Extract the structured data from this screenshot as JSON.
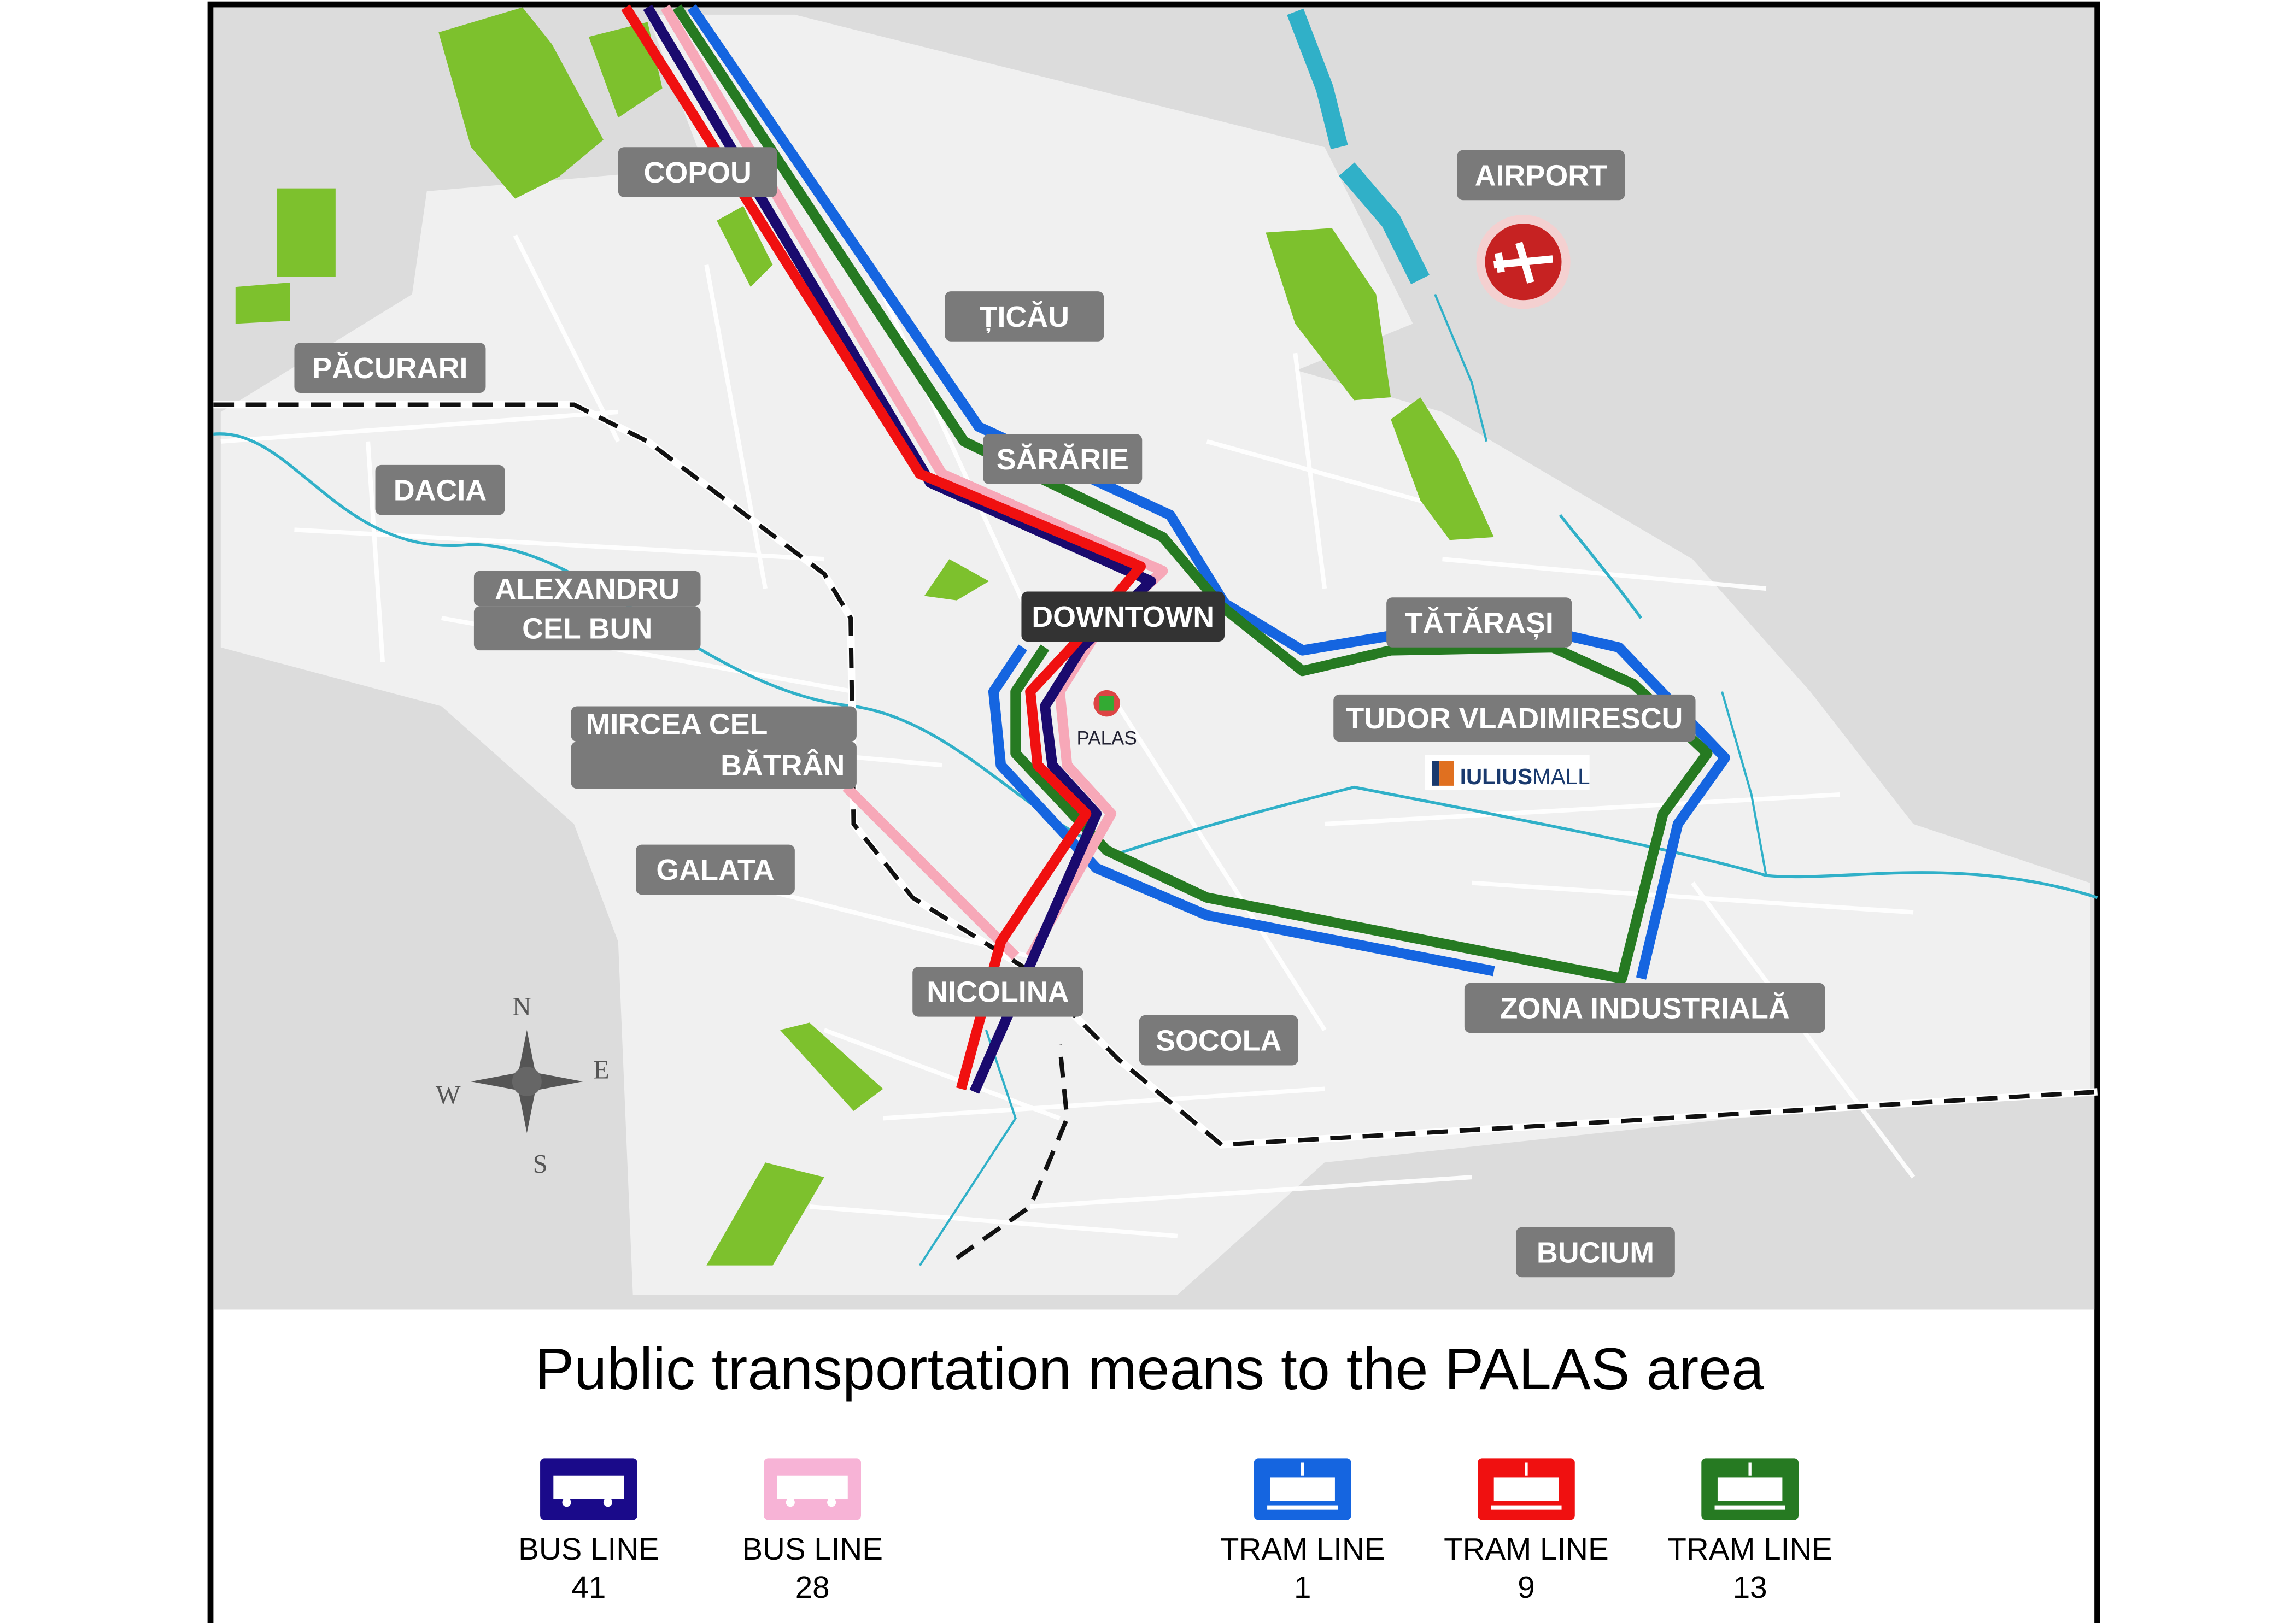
{
  "title": "Public transportation means to the PALAS area",
  "districts": [
    {
      "id": "copou",
      "label": "COPOU"
    },
    {
      "id": "airport",
      "label": "AIRPORT"
    },
    {
      "id": "ticau",
      "label": "ȚICĂU"
    },
    {
      "id": "pacurari",
      "label": "PĂCURARI"
    },
    {
      "id": "sararie",
      "label": "SĂRĂRIE"
    },
    {
      "id": "dacia",
      "label": "DACIA"
    },
    {
      "id": "alexandru1",
      "label": "ALEXANDRU"
    },
    {
      "id": "alexandru2",
      "label": "CEL BUN"
    },
    {
      "id": "downtown",
      "label": "DOWNTOWN"
    },
    {
      "id": "tatarasi",
      "label": "TĂTĂRAȘI"
    },
    {
      "id": "tudor",
      "label": "TUDOR VLADIMIRESCU"
    },
    {
      "id": "mircea1",
      "label": "MIRCEA CEL"
    },
    {
      "id": "mircea2",
      "label": "BĂTRÂN"
    },
    {
      "id": "galata",
      "label": "GALATA"
    },
    {
      "id": "nicolina",
      "label": "NICOLINA"
    },
    {
      "id": "socola",
      "label": "SOCOLA"
    },
    {
      "id": "zona",
      "label": "ZONA INDUSTRIALĂ"
    },
    {
      "id": "bucium",
      "label": "BUCIUM"
    }
  ],
  "landmarks": {
    "palas": "PALAS",
    "iulius_a": "IULIUS",
    "iulius_b": "MALL"
  },
  "compass": {
    "n": "N",
    "s": "S",
    "e": "E",
    "w": "W"
  },
  "legend": [
    {
      "type": "bus",
      "line1": "BUS LINE",
      "line2": "41",
      "color": "#1a0a8a"
    },
    {
      "type": "bus",
      "line1": "BUS LINE",
      "line2": "28",
      "color": "#f7b3d6"
    },
    {
      "type": "tram",
      "line1": "TRAM LINE",
      "line2": "1",
      "color": "#1565e0"
    },
    {
      "type": "tram",
      "line1": "TRAM LINE",
      "line2": "9",
      "color": "#f01010"
    },
    {
      "type": "tram",
      "line1": "TRAM LINE",
      "line2": "13",
      "color": "#267a22"
    }
  ],
  "colors": {
    "map_bg": "#e2e2e2",
    "park": "#7dc12d",
    "river": "#30b0c8",
    "label_bg": "#7a7a7a",
    "downtown_bg": "#333333"
  }
}
